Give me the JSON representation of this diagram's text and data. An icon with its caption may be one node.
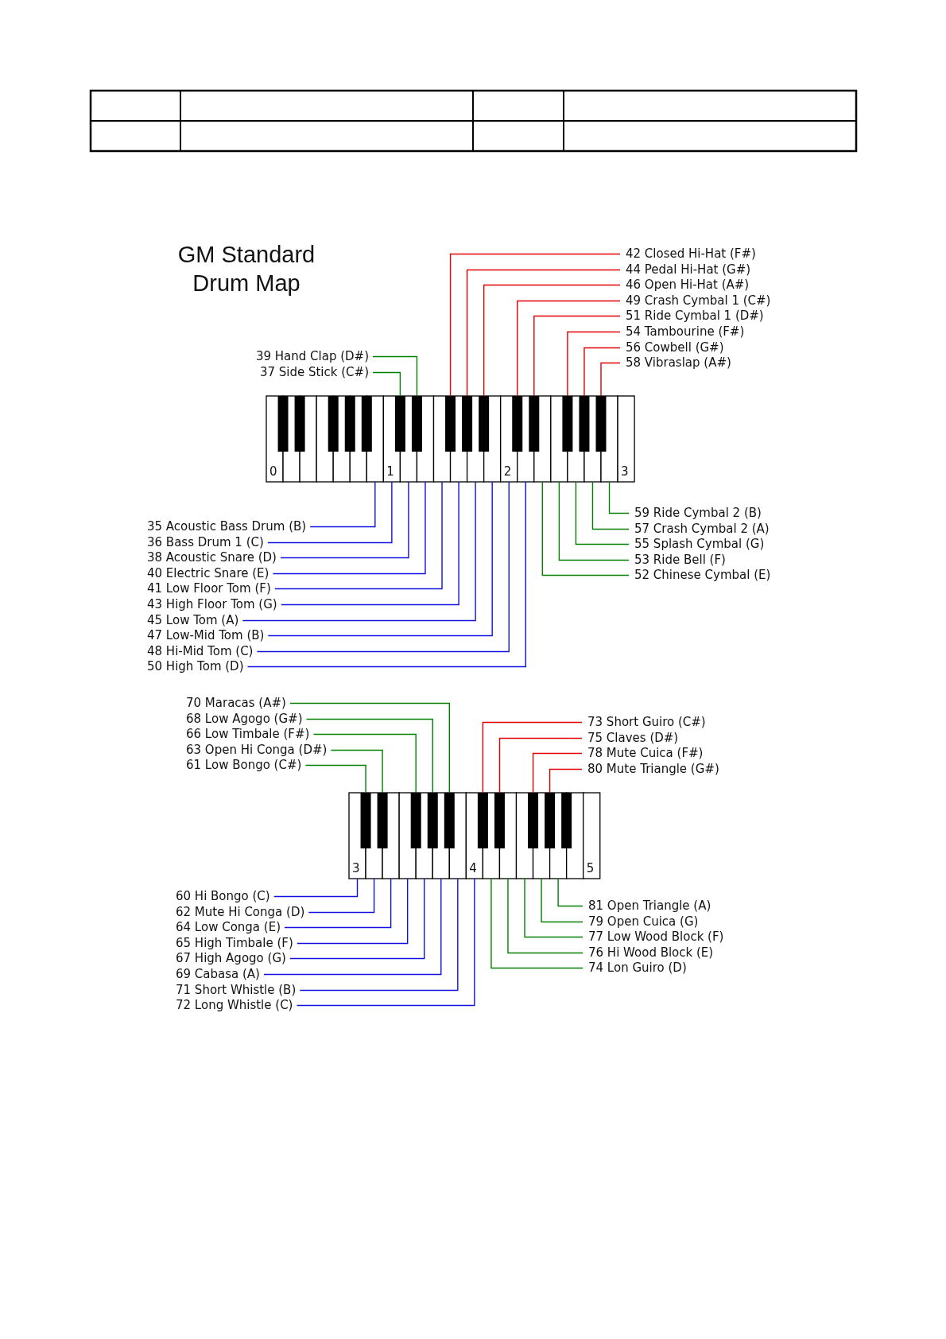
{
  "diagram": {
    "title": "GM Standard Drum Map",
    "nodes": [
      {
        "text": [
          "39 Hand Clap (D#)"
        ]
      },
      {
        "text": [
          "37 Side Stick (C#)"
        ]
      },
      {
        "text": [
          "42 Closed Hi-Hat (F#)"
        ]
      },
      {
        "text": [
          "44 Pedal Hi-Hat (G#)"
        ]
      },
      {
        "text": [
          "46 Open Hi-Hat (A#)"
        ]
      },
      {
        "text": [
          "49 Crash Cymbal 1 (C#)"
        ]
      },
      {
        "text": [
          "51 Ride Cymbal 1 (D#)"
        ]
      },
      {
        "text": [
          "54 Tambourine (F#)"
        ]
      },
      {
        "text": [
          "56 Cowbell (G#)"
        ]
      },
      {
        "text": [
          "58 Vibraslap (A#)"
        ]
      },
      {
        "text": [],
        "shape": "picture"
      },
      {
        "text": [
          "35 Acoustic Bass Drum (B)"
        ]
      },
      {
        "text": [
          "36 Bass Drum 1 (C)"
        ]
      },
      {
        "text": [
          "38 Acoustic Snare (D)"
        ]
      },
      {
        "text": [
          "40 Electric Snare (E)"
        ]
      },
      {
        "text": [
          "41 Low Floor Tom (F)"
        ]
      },
      {
        "text": [
          "43 High Floor Tom (G)"
        ]
      },
      {
        "text": [
          "45 Low Tom (A)"
        ]
      },
      {
        "text": [
          "47 Low-Mid Tom (B)"
        ]
      },
      {
        "text": [
          "48 Hi-Mid Tom (C)"
        ]
      },
      {
        "text": [
          "50 High Tom (D)"
        ]
      },
      {
        "text": [
          "59 Ride Cymbal 2 (B)"
        ]
      },
      {
        "text": [
          "57 Crash Cymbal 2 (A)"
        ]
      },
      {
        "text": [
          "55 Splash Cymbal (G)"
        ]
      },
      {
        "text": [
          "53 Ride Bell (F)"
        ]
      },
      {
        "text": [
          "52 Chinese Cymbal (E)"
        ]
      },
      {
        "text": [
          "70 Maracas (A#)"
        ]
      },
      {
        "text": [
          "68 Low Agogo (G#)"
        ]
      },
      {
        "text": [
          "66 Low Timbale (F#)"
        ]
      },
      {
        "text": [
          "63 Open Hi Conga (D#)"
        ]
      },
      {
        "text": [
          "61 Low Bongo (C#)"
        ]
      },
      {
        "text": [
          "73 Short Guiro (C#)"
        ]
      },
      {
        "text": [
          "75 Claves (D#)"
        ]
      },
      {
        "text": [
          "78 Mute Cuica (F#)"
        ]
      },
      {
        "text": [
          "80 Mute Triangle (G#)"
        ]
      },
      {
        "text": [],
        "shape": "picture"
      },
      {
        "text": [
          "60 Hi Bongo (C)"
        ]
      },
      {
        "text": [
          "62 Mute Hi Conga (D)"
        ]
      },
      {
        "text": [
          "64 Low Conga (E)"
        ]
      },
      {
        "text": [
          "65 High Timbale (F)"
        ]
      },
      {
        "text": [
          "67 High Agogo (G)"
        ]
      },
      {
        "text": [
          "69 Cabasa (A)"
        ]
      },
      {
        "text": [
          "71 Short Whistle (B)"
        ]
      },
      {
        "text": [
          "72 Long Whistle (C)"
        ]
      },
      {
        "text": [
          "81 Open Triangle (A)"
        ]
      },
      {
        "text": [
          "79 Open Cuica (G)"
        ]
      },
      {
        "text": [
          "77 Low Wood Block (F)"
        ]
      },
      {
        "text": [
          "76 Hi Wood Block (E)"
        ]
      },
      {
        "text": [
          "74 Lon Guiro (D)"
        ]
      }
    ],
    "edges": [
      {
        "from": 0,
        "to": 10,
        "arrow": "none",
        "color": "#008000"
      },
      {
        "from": 1,
        "to": 10,
        "arrow": "none",
        "color": "#008000"
      },
      {
        "from": 2,
        "to": 10,
        "arrow": "none",
        "color": "#e00000"
      },
      {
        "from": 3,
        "to": 10,
        "arrow": "none",
        "color": "#e00000"
      },
      {
        "from": 4,
        "to": 10,
        "arrow": "none",
        "color": "#e00000"
      },
      {
        "from": 5,
        "to": 10,
        "arrow": "none",
        "color": "#e00000"
      },
      {
        "from": 6,
        "to": 10,
        "arrow": "none",
        "color": "#e00000"
      },
      {
        "from": 7,
        "to": 10,
        "arrow": "none",
        "color": "#e00000"
      },
      {
        "from": 8,
        "to": 10,
        "arrow": "none",
        "color": "#e00000"
      },
      {
        "from": 9,
        "to": 10,
        "arrow": "none",
        "color": "#e00000"
      },
      {
        "from": 11,
        "to": 10,
        "arrow": "none"
      },
      {
        "from": 12,
        "to": 10,
        "arrow": "none"
      },
      {
        "from": 13,
        "to": 10,
        "arrow": "none"
      },
      {
        "from": 14,
        "to": 10,
        "arrow": "none"
      },
      {
        "from": 15,
        "to": 10,
        "arrow": "none"
      },
      {
        "from": 16,
        "to": 10,
        "arrow": "none"
      },
      {
        "from": 17,
        "to": 10,
        "arrow": "none"
      },
      {
        "from": 18,
        "to": 10,
        "arrow": "none"
      },
      {
        "from": 19,
        "to": 10,
        "arrow": "none"
      },
      {
        "from": 20,
        "to": 10,
        "arrow": "none"
      },
      {
        "from": 21,
        "to": 10,
        "arrow": "none",
        "color": "#008000"
      },
      {
        "from": 22,
        "to": 10,
        "arrow": "none",
        "color": "#008000"
      },
      {
        "from": 23,
        "to": 10,
        "arrow": "none",
        "color": "#008000"
      },
      {
        "from": 24,
        "to": 10,
        "arrow": "none",
        "color": "#008000"
      },
      {
        "from": 25,
        "to": 10,
        "arrow": "none",
        "color": "#008000"
      },
      {
        "from": 26,
        "to": 35,
        "arrow": "none",
        "color": "#008000"
      },
      {
        "from": 27,
        "to": 35,
        "arrow": "none",
        "color": "#008000"
      },
      {
        "from": 28,
        "to": 35,
        "arrow": "none",
        "color": "#008000"
      },
      {
        "from": 29,
        "to": 35,
        "arrow": "none",
        "color": "#008000"
      },
      {
        "from": 30,
        "to": 35,
        "arrow": "none",
        "color": "#008000"
      },
      {
        "from": 31,
        "to": 35,
        "arrow": "none",
        "color": "#e00000"
      },
      {
        "from": 32,
        "to": 35,
        "arrow": "none",
        "color": "#e00000"
      },
      {
        "from": 33,
        "to": 35,
        "arrow": "none",
        "color": "#e00000"
      },
      {
        "from": 34,
        "to": 35,
        "arrow": "none",
        "color": "#e00000"
      },
      {
        "from": 36,
        "to": 35,
        "arrow": "none"
      },
      {
        "from": 37,
        "to": 35,
        "arrow": "none"
      },
      {
        "from": 38,
        "to": 35,
        "arrow": "none"
      },
      {
        "from": 39,
        "to": 35,
        "arrow": "none"
      },
      {
        "from": 40,
        "to": 35,
        "arrow": "none"
      },
      {
        "from": 41,
        "to": 35,
        "arrow": "none"
      },
      {
        "from": 42,
        "to": 35,
        "arrow": "none"
      },
      {
        "from": 43,
        "to": 35,
        "arrow": "none"
      },
      {
        "from": 44,
        "to": 35,
        "arrow": "none",
        "color": "#008000"
      },
      {
        "from": 45,
        "to": 35,
        "arrow": "none",
        "color": "#008000"
      },
      {
        "from": 46,
        "to": 35,
        "arrow": "none",
        "color": "#008000"
      },
      {
        "from": 47,
        "to": 35,
        "arrow": "none",
        "color": "#008000"
      },
      {
        "from": 48,
        "to": 35,
        "arrow": "none",
        "color": "#008000"
      }
    ],
    "labels": [
      "0",
      "1",
      "2",
      "3",
      "3",
      "4",
      "5"
    ]
  }
}
